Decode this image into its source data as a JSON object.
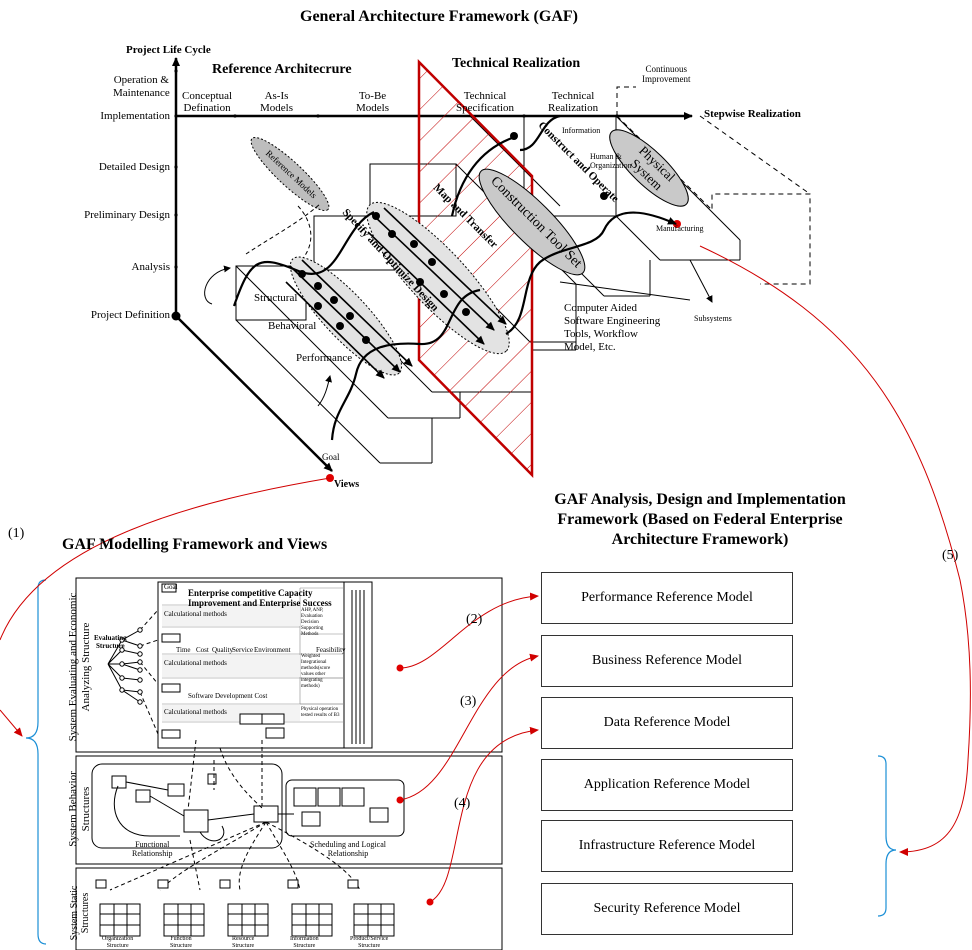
{
  "titles": {
    "gaf": "General Architecture Framework (GAF)",
    "reference_arch": "Reference Architecrure",
    "technical_realization": "Technical Realization",
    "modelling": "GAF Modelling Framework and Views",
    "analysis_l1": "GAF Analysis, Design and Implementation",
    "analysis_l2": "Framework (Based on Federal Enterprise",
    "analysis_l3": "Architecture Framework)"
  },
  "axes": {
    "project_life_cycle": "Project Life Cycle",
    "stepwise_realization": "Stepwise Realization",
    "views": "Views",
    "goal": "Goal",
    "continuous_l1": "Continuous",
    "continuous_l2": "Improvement",
    "subsystems": "Subsystems",
    "levels": [
      "Operation &",
      "Maintenance",
      "Implementation",
      "Detailed Design",
      "Preliminary Design",
      "Analysis",
      "Project Definition"
    ],
    "phases": [
      [
        "Conceptual",
        "Defination"
      ],
      [
        "As-Is",
        "Models"
      ],
      [
        "To-Be",
        "Models"
      ],
      [
        "Technical",
        "Specification"
      ],
      [
        "Technical",
        "Realization"
      ]
    ]
  },
  "gaf_labels": {
    "reference_models": "Reference Models",
    "specify": "Specify and Optimize Design",
    "map_transfer": "Map and Transfer",
    "construct": "Construct and Operate",
    "construction_tool_set": "Construction Tool Set",
    "physical_l1": "Physical",
    "physical_l2": "System",
    "structural": "Structural",
    "behavioral": "Behavioral",
    "performance": "Performance",
    "information": "Information",
    "human_l1": "Human &",
    "human_l2": "Organization",
    "manufacturing": "Manufacturing",
    "case_l1": "Computer Aided",
    "case_l2": "Software Engineering",
    "case_l3": "Tools, Workflow",
    "case_l4": "Model, Etc."
  },
  "markers": [
    "(1)",
    "(2)",
    "(3)",
    "(4)",
    "(5)"
  ],
  "view_sections": [
    "System Evaluating and Economic Analyzing Structure",
    "System Behavior Structures",
    "System Static Structures"
  ],
  "eval_panel": {
    "goal": "Goal",
    "header_l1": "Enterprise competitive Capacity",
    "header_l2": "Improvement and Enterprise Success",
    "evaluating_l1": "Evaluating",
    "evaluating_l2": "Structure",
    "calc": "Calculational methods",
    "criteria": [
      "Time",
      "Cost",
      "Quality",
      "Service",
      "Environment",
      "Feasibility"
    ],
    "software_cost": "Software Development Cost",
    "right_1": "AHP, ANP, Evaluation Decision Supporting Methods",
    "right_2": "Weighted Integrational methods(score values other integrating methods)",
    "right_3": "Physical operation tested results of B3"
  },
  "behavior_panel": {
    "functional_l1": "Functional",
    "functional_l2": "Relationship",
    "scheduling_l1": "Scheduling and Logical",
    "scheduling_l2": "Relationship"
  },
  "static_labels": [
    [
      "Organization",
      "Structure"
    ],
    [
      "Function",
      "Structure"
    ],
    [
      "Resource",
      "Structure"
    ],
    [
      "Information",
      "Structure"
    ],
    [
      "Product/Service",
      "Structure"
    ]
  ],
  "reference_models": [
    "Performance Reference Model",
    "Business Reference Model",
    "Data Reference Model",
    "Application Reference Model",
    "Infrastructure Reference Model",
    "Security Reference Model"
  ],
  "colors": {
    "red": "#c00000",
    "marker": "#e00000",
    "bracket": "#1b8fd6",
    "ellipse": "#c9c9c9",
    "inner": "#e0e0e0"
  }
}
